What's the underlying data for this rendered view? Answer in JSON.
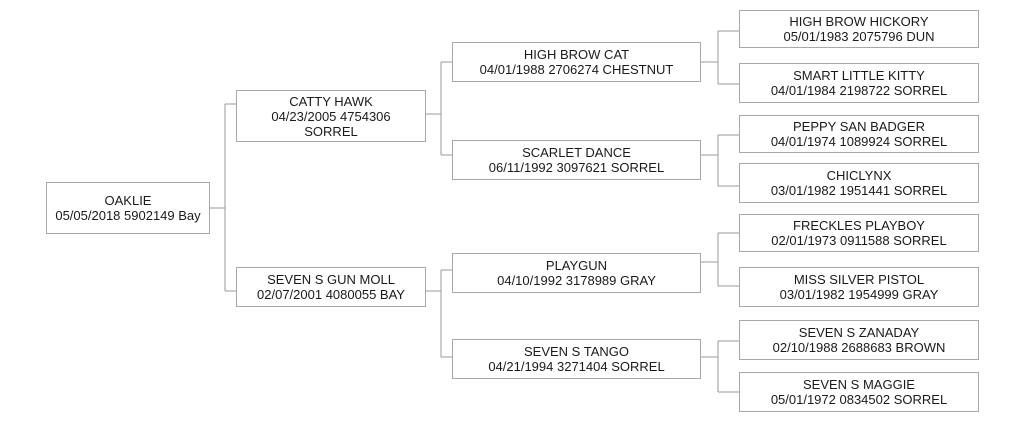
{
  "pedigree": {
    "subject": {
      "name": "OAKLIE",
      "info": "05/05/2018 5902149 Bay"
    },
    "sire": {
      "name": "CATTY HAWK",
      "info": "04/23/2005 4754306",
      "info2": "SORREL"
    },
    "dam": {
      "name": "SEVEN S GUN MOLL",
      "info": "02/07/2001 4080055 BAY"
    },
    "sire_sire": {
      "name": "HIGH BROW CAT",
      "info": "04/01/1988 2706274 CHESTNUT"
    },
    "sire_dam": {
      "name": "SCARLET DANCE",
      "info": "06/11/1992 3097621 SORREL"
    },
    "dam_sire": {
      "name": "PLAYGUN",
      "info": "04/10/1992 3178989 GRAY"
    },
    "dam_dam": {
      "name": "SEVEN S TANGO",
      "info": "04/21/1994 3271404 SORREL"
    },
    "ss_sire": {
      "name": "HIGH BROW HICKORY",
      "info": "05/01/1983 2075796 DUN"
    },
    "ss_dam": {
      "name": "SMART LITTLE KITTY",
      "info": "04/01/1984 2198722 SORREL"
    },
    "sd_sire": {
      "name": "PEPPY SAN BADGER",
      "info": "04/01/1974 1089924 SORREL"
    },
    "sd_dam": {
      "name": "CHICLYNX",
      "info": "03/01/1982 1951441 SORREL"
    },
    "ds_sire": {
      "name": "FRECKLES PLAYBOY",
      "info": "02/01/1973 0911588 SORREL"
    },
    "ds_dam": {
      "name": "MISS SILVER PISTOL",
      "info": "03/01/1982 1954999 GRAY"
    },
    "dd_sire": {
      "name": "SEVEN S ZANADAY",
      "info": "02/10/1988 2688683 BROWN"
    },
    "dd_dam": {
      "name": "SEVEN S MAGGIE",
      "info": "05/01/1972 0834502 SORREL"
    }
  }
}
